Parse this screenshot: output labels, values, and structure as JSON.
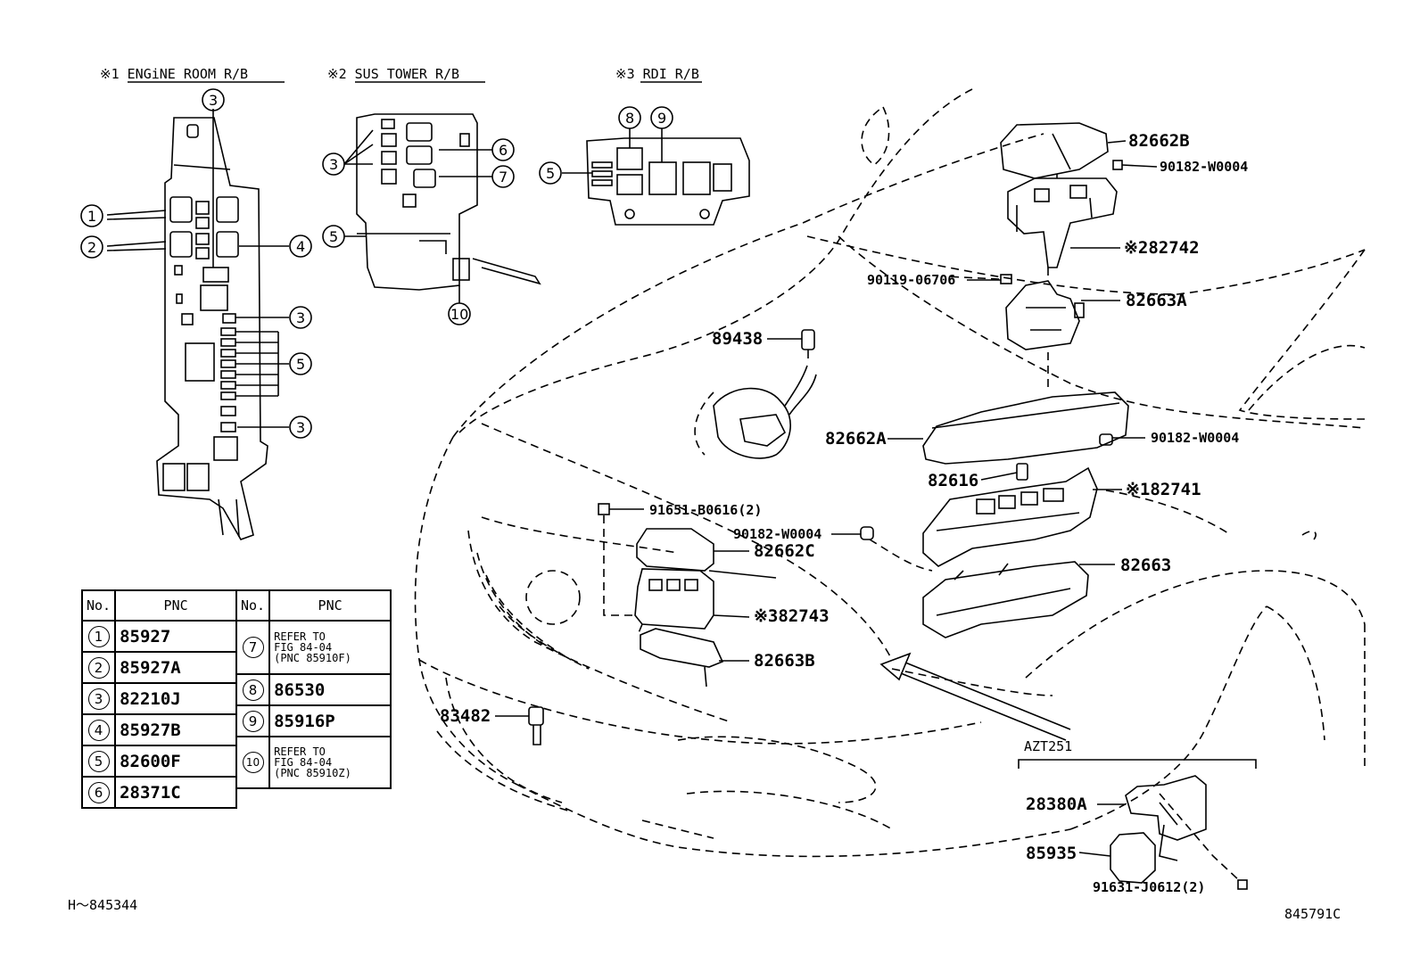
{
  "headers": {
    "engine_room": "※1 ENGiNE ROOM R/B",
    "sus_tower": "※2 SUS TOWER R/B",
    "rdi": "※3 RDI R/B"
  },
  "callouts": {
    "c1": "1",
    "c2": "2",
    "c3": "3",
    "c4": "4",
    "c5": "5",
    "c6": "6",
    "c7": "7",
    "c8": "8",
    "c9": "9",
    "c10": "10"
  },
  "part_labels": {
    "p82662B": "82662B",
    "p90182_top": "90182-W0004",
    "p82742": "※282742",
    "p90119": "90119-06706",
    "p82663A": "82663A",
    "p89438": "89438",
    "p82662A": "82662A",
    "p90182_mid": "90182-W0004",
    "p82616": "82616",
    "p82741": "※182741",
    "p91651": "91651-B0616(2)",
    "p90182_low": "90182-W0004",
    "p82662C": "82662C",
    "p82663": "82663",
    "p82743": "※382743",
    "p82663B": "82663B",
    "p83482": "83482",
    "azt": "AZT251",
    "p28380A": "28380A",
    "p85935": "85935",
    "p91631": "91631-J0612(2)"
  },
  "table": {
    "col_no": "No.",
    "col_pnc": "PNC",
    "rows_left": [
      {
        "no": "1",
        "pnc": "85927"
      },
      {
        "no": "2",
        "pnc": "85927A"
      },
      {
        "no": "3",
        "pnc": "82210J"
      },
      {
        "no": "4",
        "pnc": "85927B"
      },
      {
        "no": "5",
        "pnc": "82600F"
      },
      {
        "no": "6",
        "pnc": "28371C"
      }
    ],
    "rows_right": [
      {
        "no": "7",
        "pnc": "REFER TO\nFIG 84-04\n(PNC 85910F)"
      },
      {
        "no": "8",
        "pnc": "86530"
      },
      {
        "no": "9",
        "pnc": "85916P"
      },
      {
        "no": "10",
        "pnc": "REFER TO\nFIG 84-04\n(PNC 85910Z)"
      }
    ]
  },
  "footer": {
    "left": "H～845344",
    "right": "845791C"
  }
}
